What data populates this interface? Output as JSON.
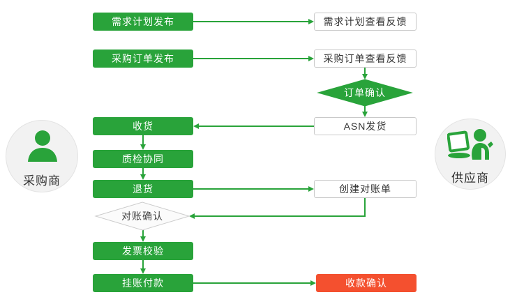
{
  "diagram": {
    "actors": {
      "buyer": {
        "label": "采购商",
        "side": "left"
      },
      "supplier": {
        "label": "供应商",
        "side": "right"
      }
    },
    "nodes": {
      "demand_plan_publish": {
        "label": "需求计划发布",
        "type": "process",
        "style": "green"
      },
      "demand_plan_feedback": {
        "label": "需求计划查看反馈",
        "type": "process",
        "style": "white"
      },
      "po_publish": {
        "label": "采购订单发布",
        "type": "process",
        "style": "green"
      },
      "po_feedback": {
        "label": "采购订单查看反馈",
        "type": "process",
        "style": "white"
      },
      "order_confirm": {
        "label": "订单确认",
        "type": "decision",
        "style": "green"
      },
      "asn_ship": {
        "label": "ASN发货",
        "type": "process",
        "style": "white"
      },
      "receive": {
        "label": "收货",
        "type": "process",
        "style": "green"
      },
      "quality_collab": {
        "label": "质检协同",
        "type": "process",
        "style": "green"
      },
      "return_goods": {
        "label": "退货",
        "type": "process",
        "style": "green"
      },
      "create_statement": {
        "label": "创建对账单",
        "type": "process",
        "style": "white"
      },
      "statement_confirm": {
        "label": "对账确认",
        "type": "decision",
        "style": "gray"
      },
      "invoice_check": {
        "label": "发票校验",
        "type": "process",
        "style": "green"
      },
      "payment": {
        "label": "挂账付款",
        "type": "process",
        "style": "green"
      },
      "payment_confirm": {
        "label": "收款确认",
        "type": "process",
        "style": "red"
      }
    },
    "edges": [
      {
        "from": "demand_plan_publish",
        "to": "demand_plan_feedback"
      },
      {
        "from": "po_publish",
        "to": "po_feedback"
      },
      {
        "from": "po_feedback",
        "to": "order_confirm"
      },
      {
        "from": "order_confirm",
        "to": "asn_ship"
      },
      {
        "from": "asn_ship",
        "to": "receive"
      },
      {
        "from": "receive",
        "to": "quality_collab"
      },
      {
        "from": "quality_collab",
        "to": "return_goods"
      },
      {
        "from": "return_goods",
        "to": "create_statement"
      },
      {
        "from": "create_statement",
        "to": "statement_confirm"
      },
      {
        "from": "statement_confirm",
        "to": "invoice_check"
      },
      {
        "from": "invoice_check",
        "to": "payment"
      },
      {
        "from": "payment",
        "to": "payment_confirm"
      }
    ],
    "colors": {
      "green": "#29a33a",
      "red": "#f4502f",
      "white_box_border": "#c9c9c9",
      "gray_diamond_fill": "#fbfbfb",
      "gray_diamond_border": "#cccccc",
      "text_dark": "#333333",
      "circle_bg": "#f2f2f2",
      "circle_border": "#e3e3e3"
    }
  }
}
